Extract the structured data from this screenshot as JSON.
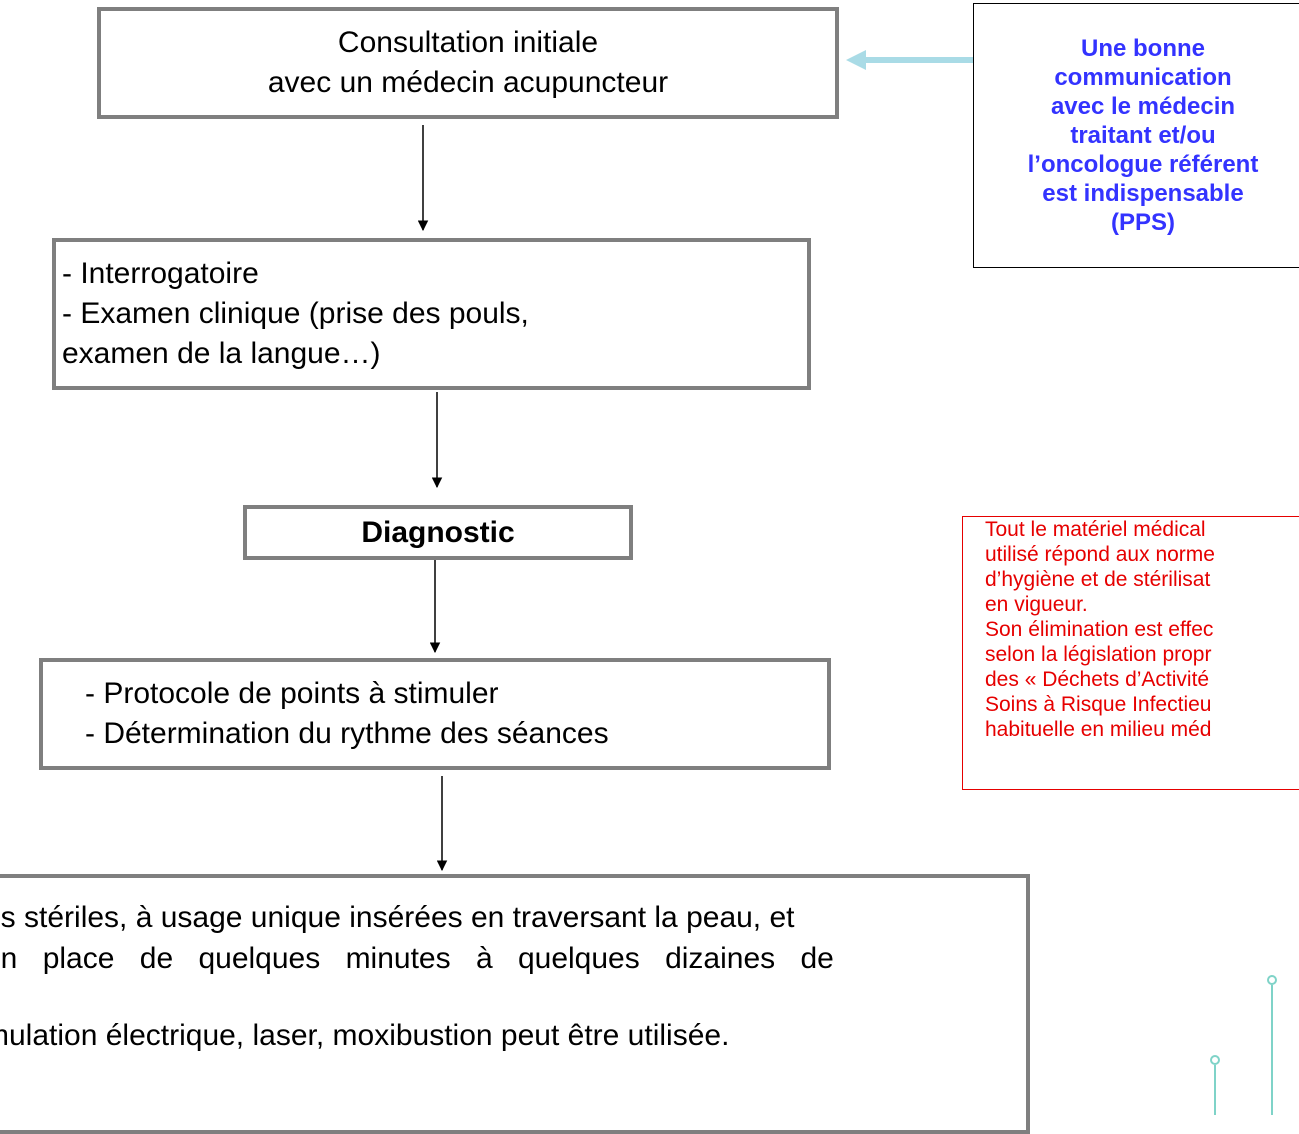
{
  "nodes": {
    "consultation": {
      "line1": "Consultation initiale",
      "line2": "avec un médecin acupuncteur"
    },
    "examen": {
      "line1": "- Interrogatoire",
      "line2": "- Examen clinique (prise des pouls,",
      "line3": "examen de la langue…)"
    },
    "diagnostic": {
      "label": "Diagnostic"
    },
    "protocole": {
      "line1": "- Protocole de points à stimuler",
      "line2": "- Détermination du rythme des séances"
    },
    "aiguilles": {
      "line1": "es stériles, à usage unique insérées en traversant la peau, et",
      "line2": "en place de quelques minutes à quelques dizaines de",
      "line3": "mulation électrique, laser, moxibustion peut être utilisée."
    }
  },
  "notes": {
    "communication": {
      "lines": [
        "Une bonne",
        "communication",
        "avec le médecin",
        "traitant et/ou",
        "l’oncologue référent",
        "est indispensable",
        "(PPS)"
      ]
    },
    "materiel": {
      "lines": [
        "Tout le matériel médical",
        "utilisé répond aux norme",
        "d’hygiène et de stérilisat",
        "en vigueur.",
        "Son élimination est effec",
        "selon la législation propr",
        "des « Déchets d’Activité",
        "Soins à Risque Infectieu",
        "habituelle en milieu méd"
      ]
    }
  },
  "colors": {
    "box_border": "#7f7f7f",
    "communication_text": "#3333ff",
    "materiel_text": "#e60000",
    "double_arrow": "#a9dbe6",
    "decoration": "#7fd3c8"
  }
}
